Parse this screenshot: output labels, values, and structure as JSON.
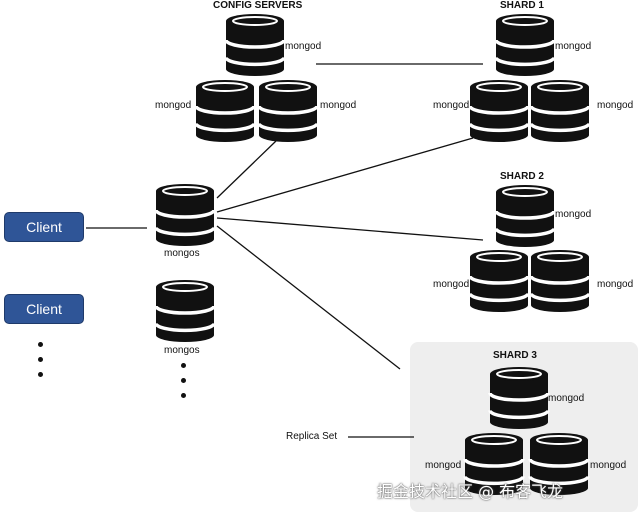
{
  "config_servers": {
    "title": "CONFIG SERVERS",
    "labels": [
      "mongod",
      "mongod",
      "mongod"
    ]
  },
  "shards": [
    {
      "title": "SHARD 1",
      "labels": [
        "mongod",
        "mongod",
        "mongod"
      ]
    },
    {
      "title": "SHARD 2",
      "labels": [
        "mongod",
        "mongod",
        "mongod"
      ]
    },
    {
      "title": "SHARD 3",
      "labels": [
        "mongod",
        "mongod",
        "mongod"
      ]
    }
  ],
  "routers": [
    {
      "label": "mongos"
    },
    {
      "label": "mongos"
    }
  ],
  "clients": [
    {
      "label": "Client"
    },
    {
      "label": "Client"
    }
  ],
  "replica_set_label": "Replica Set",
  "watermark": "掘金技术社区 @ 布客飞龙",
  "colors": {
    "client_fill": "#2f5597",
    "shard3_background": "#eeeeee",
    "db_icon": "#111111"
  }
}
